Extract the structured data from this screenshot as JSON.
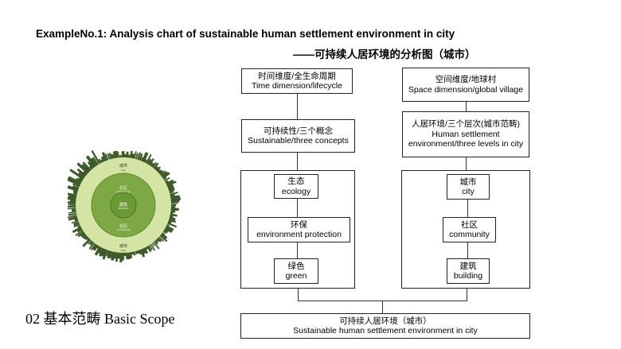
{
  "title": {
    "en": "ExampleNo.1:  Analysis chart of sustainable human settlement environment in city",
    "cn": "——可持续人居环境的分析图（城市）"
  },
  "left_column": {
    "time": {
      "cn": "时间维度/全生命周期",
      "en": "Time dimension/lifecycle"
    },
    "sustain": {
      "cn": "可持续性/三个概念",
      "en": "Sustainable/three concepts"
    },
    "items": [
      {
        "cn": "生态",
        "en": "ecology"
      },
      {
        "cn": "环保",
        "en": "environment protection"
      },
      {
        "cn": "绿色",
        "en": "green"
      }
    ]
  },
  "right_column": {
    "space": {
      "cn": "空间维度/地球村",
      "en": "Space dimension/global village"
    },
    "levels": {
      "cn": "人居环境/三个层次(城市范畴)",
      "en": "Human settlement environment/three levels in city"
    },
    "items": [
      {
        "cn": "城市",
        "en": "city"
      },
      {
        "cn": "社区",
        "en": "community"
      },
      {
        "cn": "建筑",
        "en": "building"
      }
    ]
  },
  "bottom": {
    "cn": "可持续人居环境（城市）",
    "en": "Sustainable human settlement environment in city"
  },
  "scope": {
    "label": "02 基本范畴  Basic Scope"
  },
  "circle_diagram": {
    "rings": [
      {
        "cn": "城市",
        "en": "City"
      },
      {
        "cn": "社区",
        "en": "Community"
      },
      {
        "cn": "建筑",
        "en": "Building"
      }
    ],
    "colors": {
      "outer": "#d4e4a4",
      "middle": "#7da843",
      "inner": "#6a9a36",
      "skyline": "#3e5a2a"
    }
  }
}
